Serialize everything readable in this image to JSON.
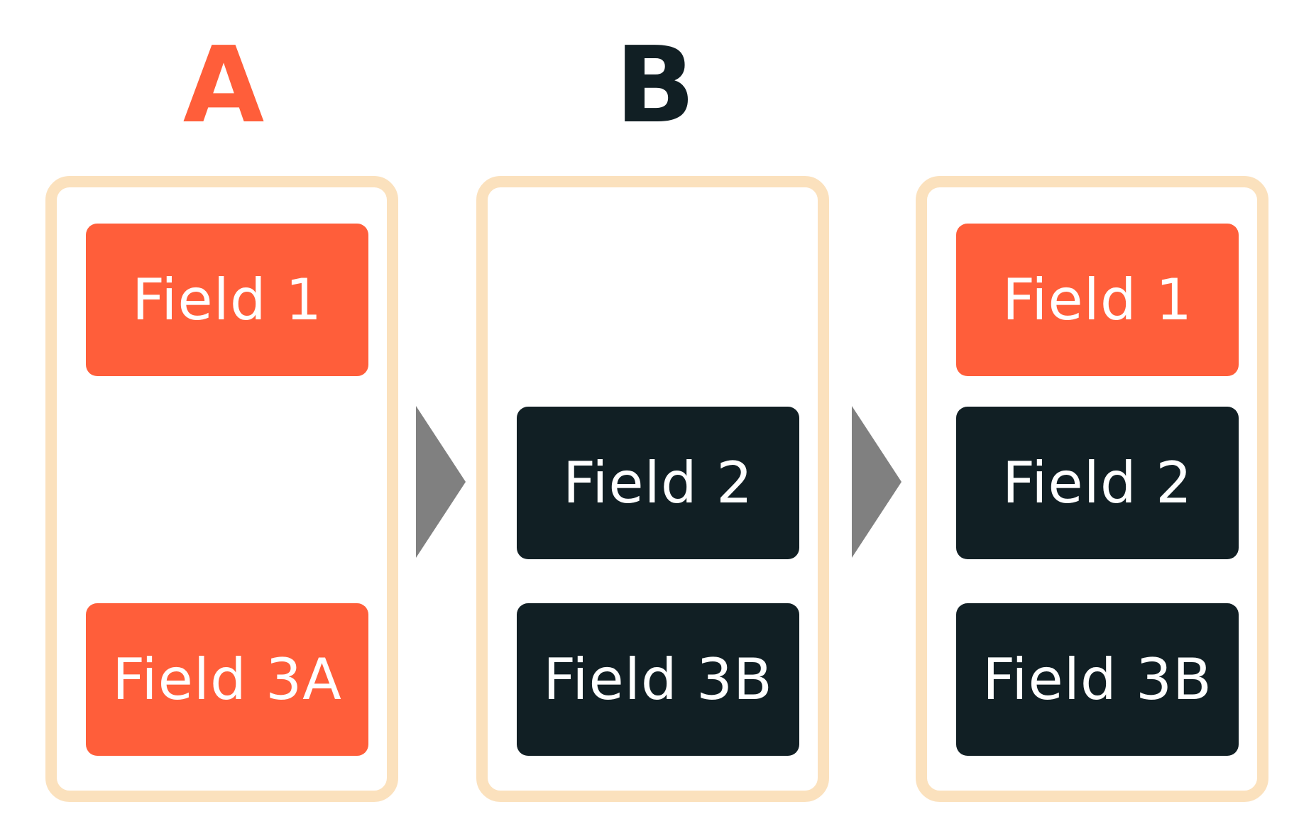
{
  "colors": {
    "accent_orange": "#ff5e3a",
    "dark": "#111f24",
    "panel_border": "#fbe1bd",
    "arrow": "#808080",
    "field_text": "#ffffff"
  },
  "headings": {
    "a": {
      "label": "A",
      "color": "#ff5e3a"
    },
    "b": {
      "label": "B",
      "color": "#111f24"
    }
  },
  "panels": [
    {
      "fields": [
        {
          "label": "Field 1",
          "style": "orange"
        },
        {
          "label": "Field 3A",
          "style": "orange"
        }
      ]
    },
    {
      "fields": [
        {
          "label": "Field 2",
          "style": "dark"
        },
        {
          "label": "Field 3B",
          "style": "dark"
        }
      ]
    },
    {
      "fields": [
        {
          "label": "Field 1",
          "style": "orange"
        },
        {
          "label": "Field 2",
          "style": "dark"
        },
        {
          "label": "Field 3B",
          "style": "dark"
        }
      ]
    }
  ],
  "arrows": [
    {
      "icon": "chevron-right-icon"
    },
    {
      "icon": "chevron-right-icon"
    }
  ]
}
